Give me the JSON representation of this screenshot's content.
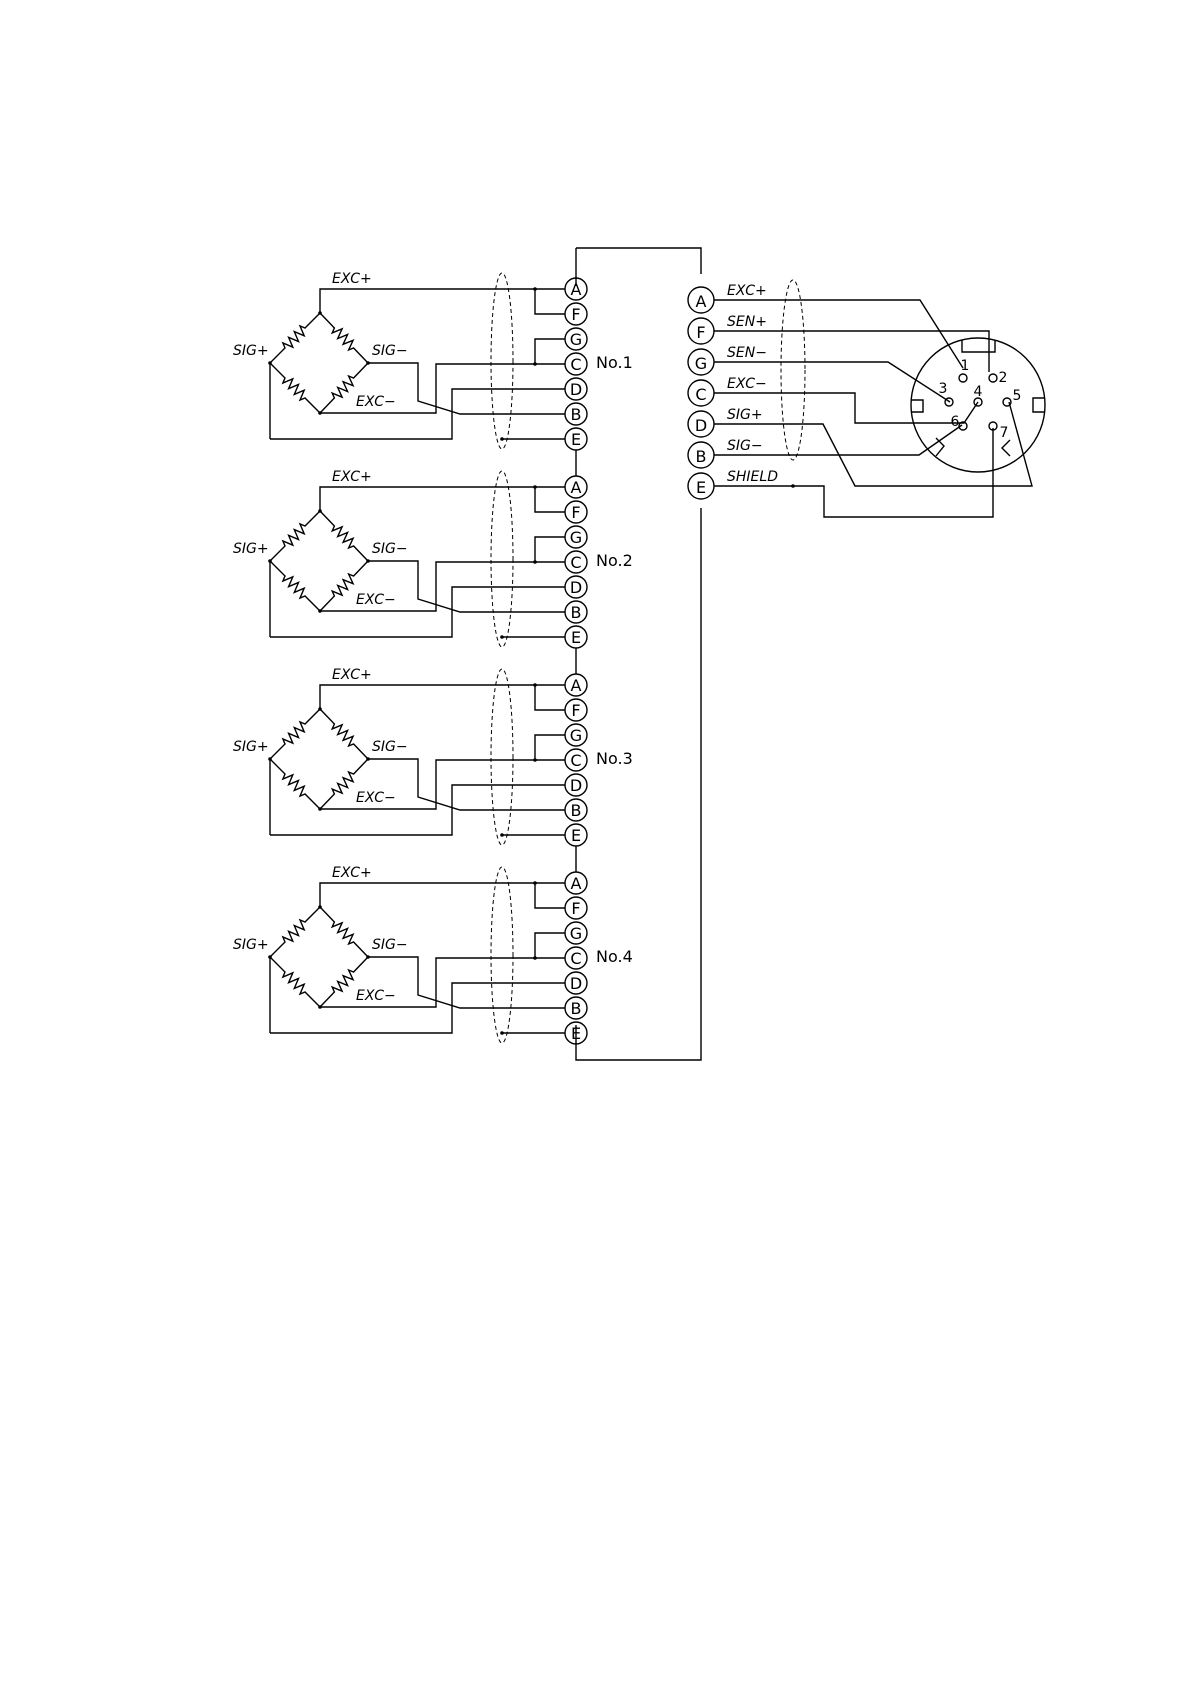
{
  "load_cells": [
    {
      "id": "No.1",
      "labels": {
        "exc_plus": "EXC+",
        "exc_minus": "EXC−",
        "sig_plus": "SIG+",
        "sig_minus": "SIG−"
      }
    },
    {
      "id": "No.2",
      "labels": {
        "exc_plus": "EXC+",
        "exc_minus": "EXC−",
        "sig_plus": "SIG+",
        "sig_minus": "SIG−"
      }
    },
    {
      "id": "No.3",
      "labels": {
        "exc_plus": "EXC+",
        "exc_minus": "EXC−",
        "sig_plus": "SIG+",
        "sig_minus": "SIG−"
      }
    },
    {
      "id": "No.4",
      "labels": {
        "exc_plus": "EXC+",
        "exc_minus": "EXC−",
        "sig_plus": "SIG+",
        "sig_minus": "SIG−"
      }
    }
  ],
  "junction_terminals": [
    "A",
    "F",
    "G",
    "C",
    "D",
    "B",
    "E"
  ],
  "output_terminals": [
    {
      "letter": "A",
      "signal": "EXC+"
    },
    {
      "letter": "F",
      "signal": "SEN+"
    },
    {
      "letter": "G",
      "signal": "SEN−"
    },
    {
      "letter": "C",
      "signal": "EXC−"
    },
    {
      "letter": "D",
      "signal": "SIG+"
    },
    {
      "letter": "B",
      "signal": "SIG−"
    },
    {
      "letter": "E",
      "signal": "SHIELD"
    }
  ],
  "connector_pins": [
    "1",
    "2",
    "3",
    "4",
    "5",
    "6",
    "7"
  ]
}
